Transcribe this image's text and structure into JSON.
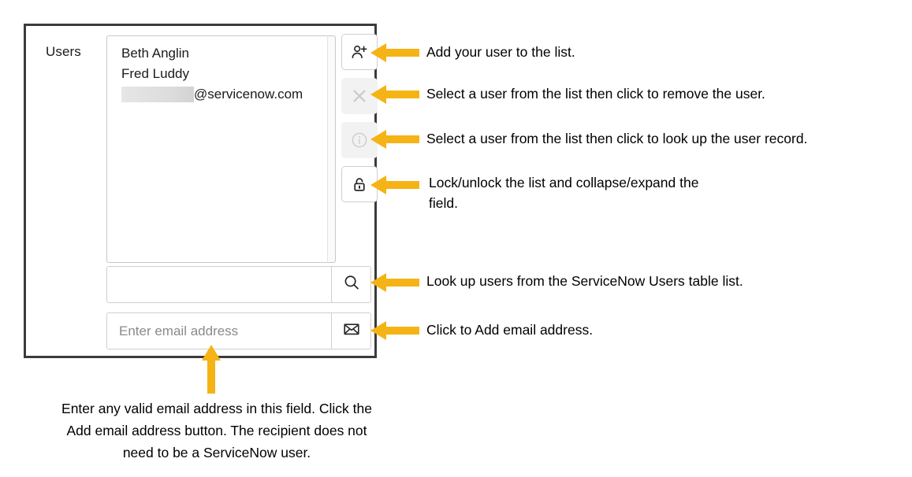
{
  "panel": {
    "field_label": "Users",
    "list": {
      "items": [
        {
          "text": "Beth Anglin",
          "redacted": false
        },
        {
          "text": "Fred Luddy",
          "redacted": false
        },
        {
          "text": "@servicenow.com",
          "redacted": true
        }
      ]
    },
    "buttons": [
      {
        "name": "add-user-button",
        "icon": "person-add-icon",
        "state": "enabled"
      },
      {
        "name": "remove-user-button",
        "icon": "close-x-icon",
        "state": "disabled"
      },
      {
        "name": "user-info-button",
        "icon": "info-circle-icon",
        "state": "disabled"
      },
      {
        "name": "lock-unlock-button",
        "icon": "unlock-padlock-icon",
        "state": "enabled"
      }
    ],
    "search": {
      "value": "",
      "placeholder": "",
      "button_icon": "search-magnifier-icon"
    },
    "email": {
      "value": "",
      "placeholder": "Enter email address",
      "button_icon": "envelope-icon"
    }
  },
  "callouts": [
    {
      "text": "Add your user to the list."
    },
    {
      "text": "Select a user from the list then click to remove the user."
    },
    {
      "text": "Select a user from the list then click to look up the user record."
    },
    {
      "text": "Lock/unlock the list and collapse/expand the\nfield."
    },
    {
      "text": "Look up users from the ServiceNow Users table list."
    },
    {
      "text": "Click to Add email address."
    }
  ],
  "bottom_caption": "Enter any valid email address in this field. Click the\nAdd email address button.  The recipient does not\nneed to be a ServiceNow user.",
  "colors": {
    "arrow": "#F5B316",
    "panel_border": "#3b3b3b",
    "control_border": "#cfcfcf",
    "disabled_bg": "#f2f2f2",
    "disabled_icon": "#cccccc",
    "text": "#000000"
  }
}
